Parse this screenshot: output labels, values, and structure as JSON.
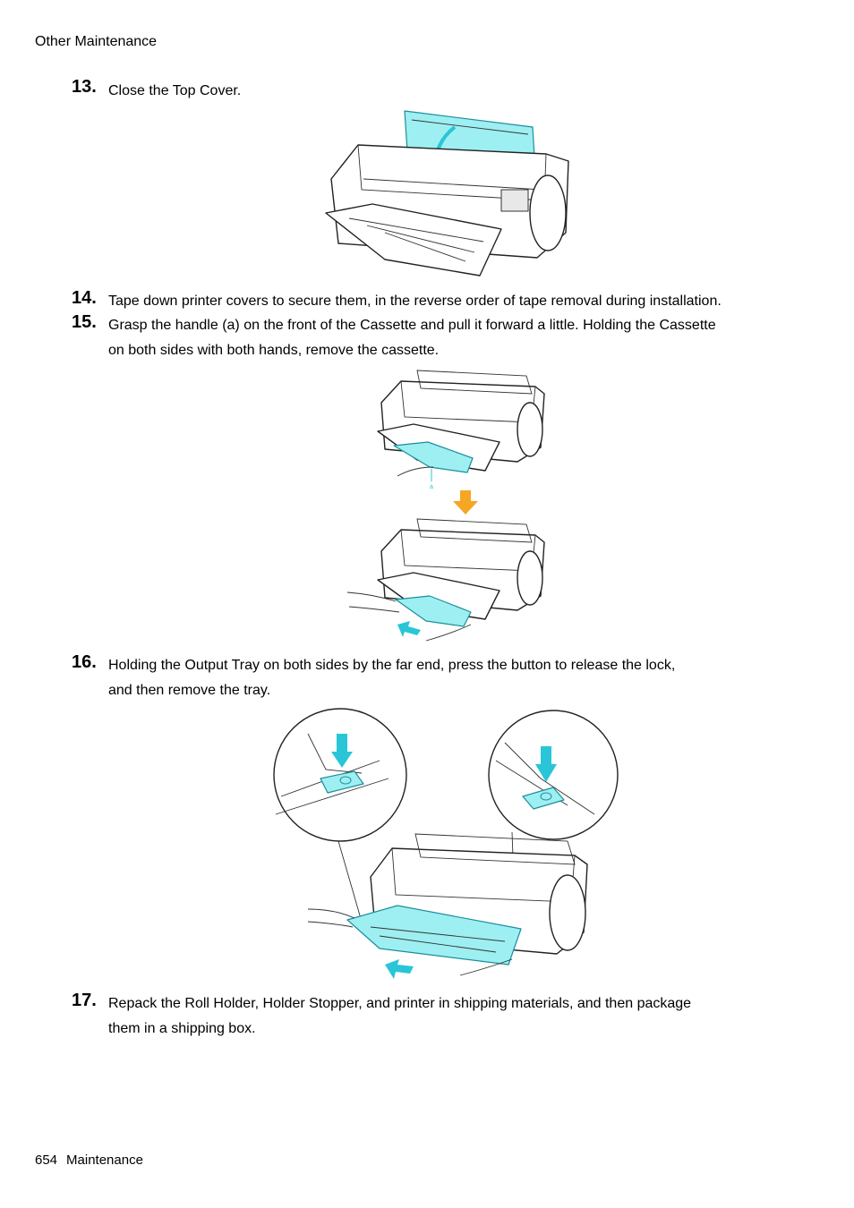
{
  "header": {
    "section": "Other Maintenance"
  },
  "steps": [
    {
      "number": "13.",
      "line1": "Close the Top Cover.",
      "line2": ""
    },
    {
      "number": "14.",
      "line1": "Tape down printer covers to secure them, in the reverse order of tape removal during installation.",
      "line2": ""
    },
    {
      "number": "15.",
      "line1": "Grasp the handle (a) on the front of the Cassette and pull it forward a little. Holding the Cassette",
      "line2": "on both sides with both hands, remove the cassette."
    },
    {
      "number": "16.",
      "line1": "Holding the Output Tray on both sides by the far end, press the button to release the lock,",
      "line2": "and then remove the tray."
    },
    {
      "number": "17.",
      "line1": "Repack the Roll Holder, Holder Stopper, and printer in shipping materials, and then package",
      "line2": "them in a shipping box."
    }
  ],
  "figure_labels": {
    "handle": "a"
  },
  "footer": {
    "page_number": "654",
    "chapter": "Maintenance"
  },
  "colors": {
    "highlight": "#9eeff2",
    "arrow_orange": "#f5a623",
    "arrow_cyan": "#28c6d6"
  }
}
